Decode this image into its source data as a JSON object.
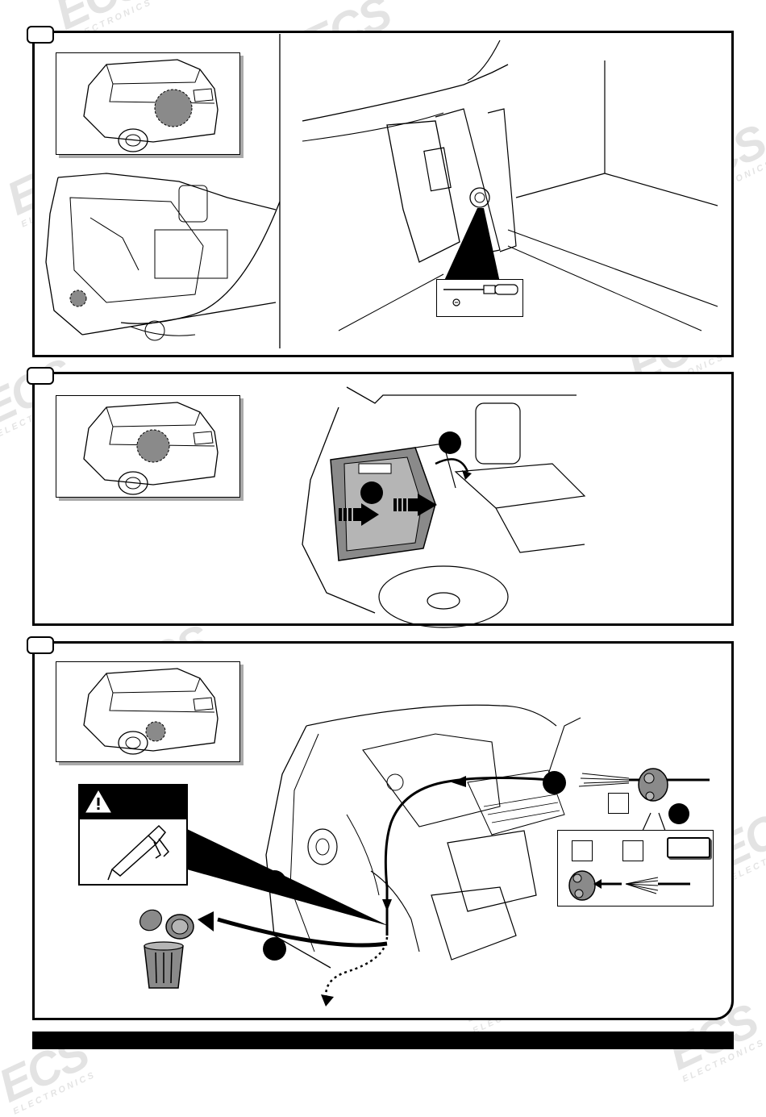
{
  "brand": {
    "watermark_main": "ECS",
    "watermark_sub": "ELECTRONICS"
  },
  "steps": [
    {
      "id": "step-1",
      "number": "",
      "has_thumbnail": true,
      "tool": "screwdriver-icon"
    },
    {
      "id": "step-2",
      "number": "",
      "callouts": [
        "",
        ""
      ]
    },
    {
      "id": "step-3",
      "number": "",
      "callouts": [
        "",
        "",
        "",
        ""
      ],
      "warning": "sealant-gun-icon"
    }
  ],
  "colors": {
    "ink": "#000000",
    "shade": "#8a8a8a",
    "watermark": "#e2e2e2",
    "panel_bg": "#ffffff"
  }
}
